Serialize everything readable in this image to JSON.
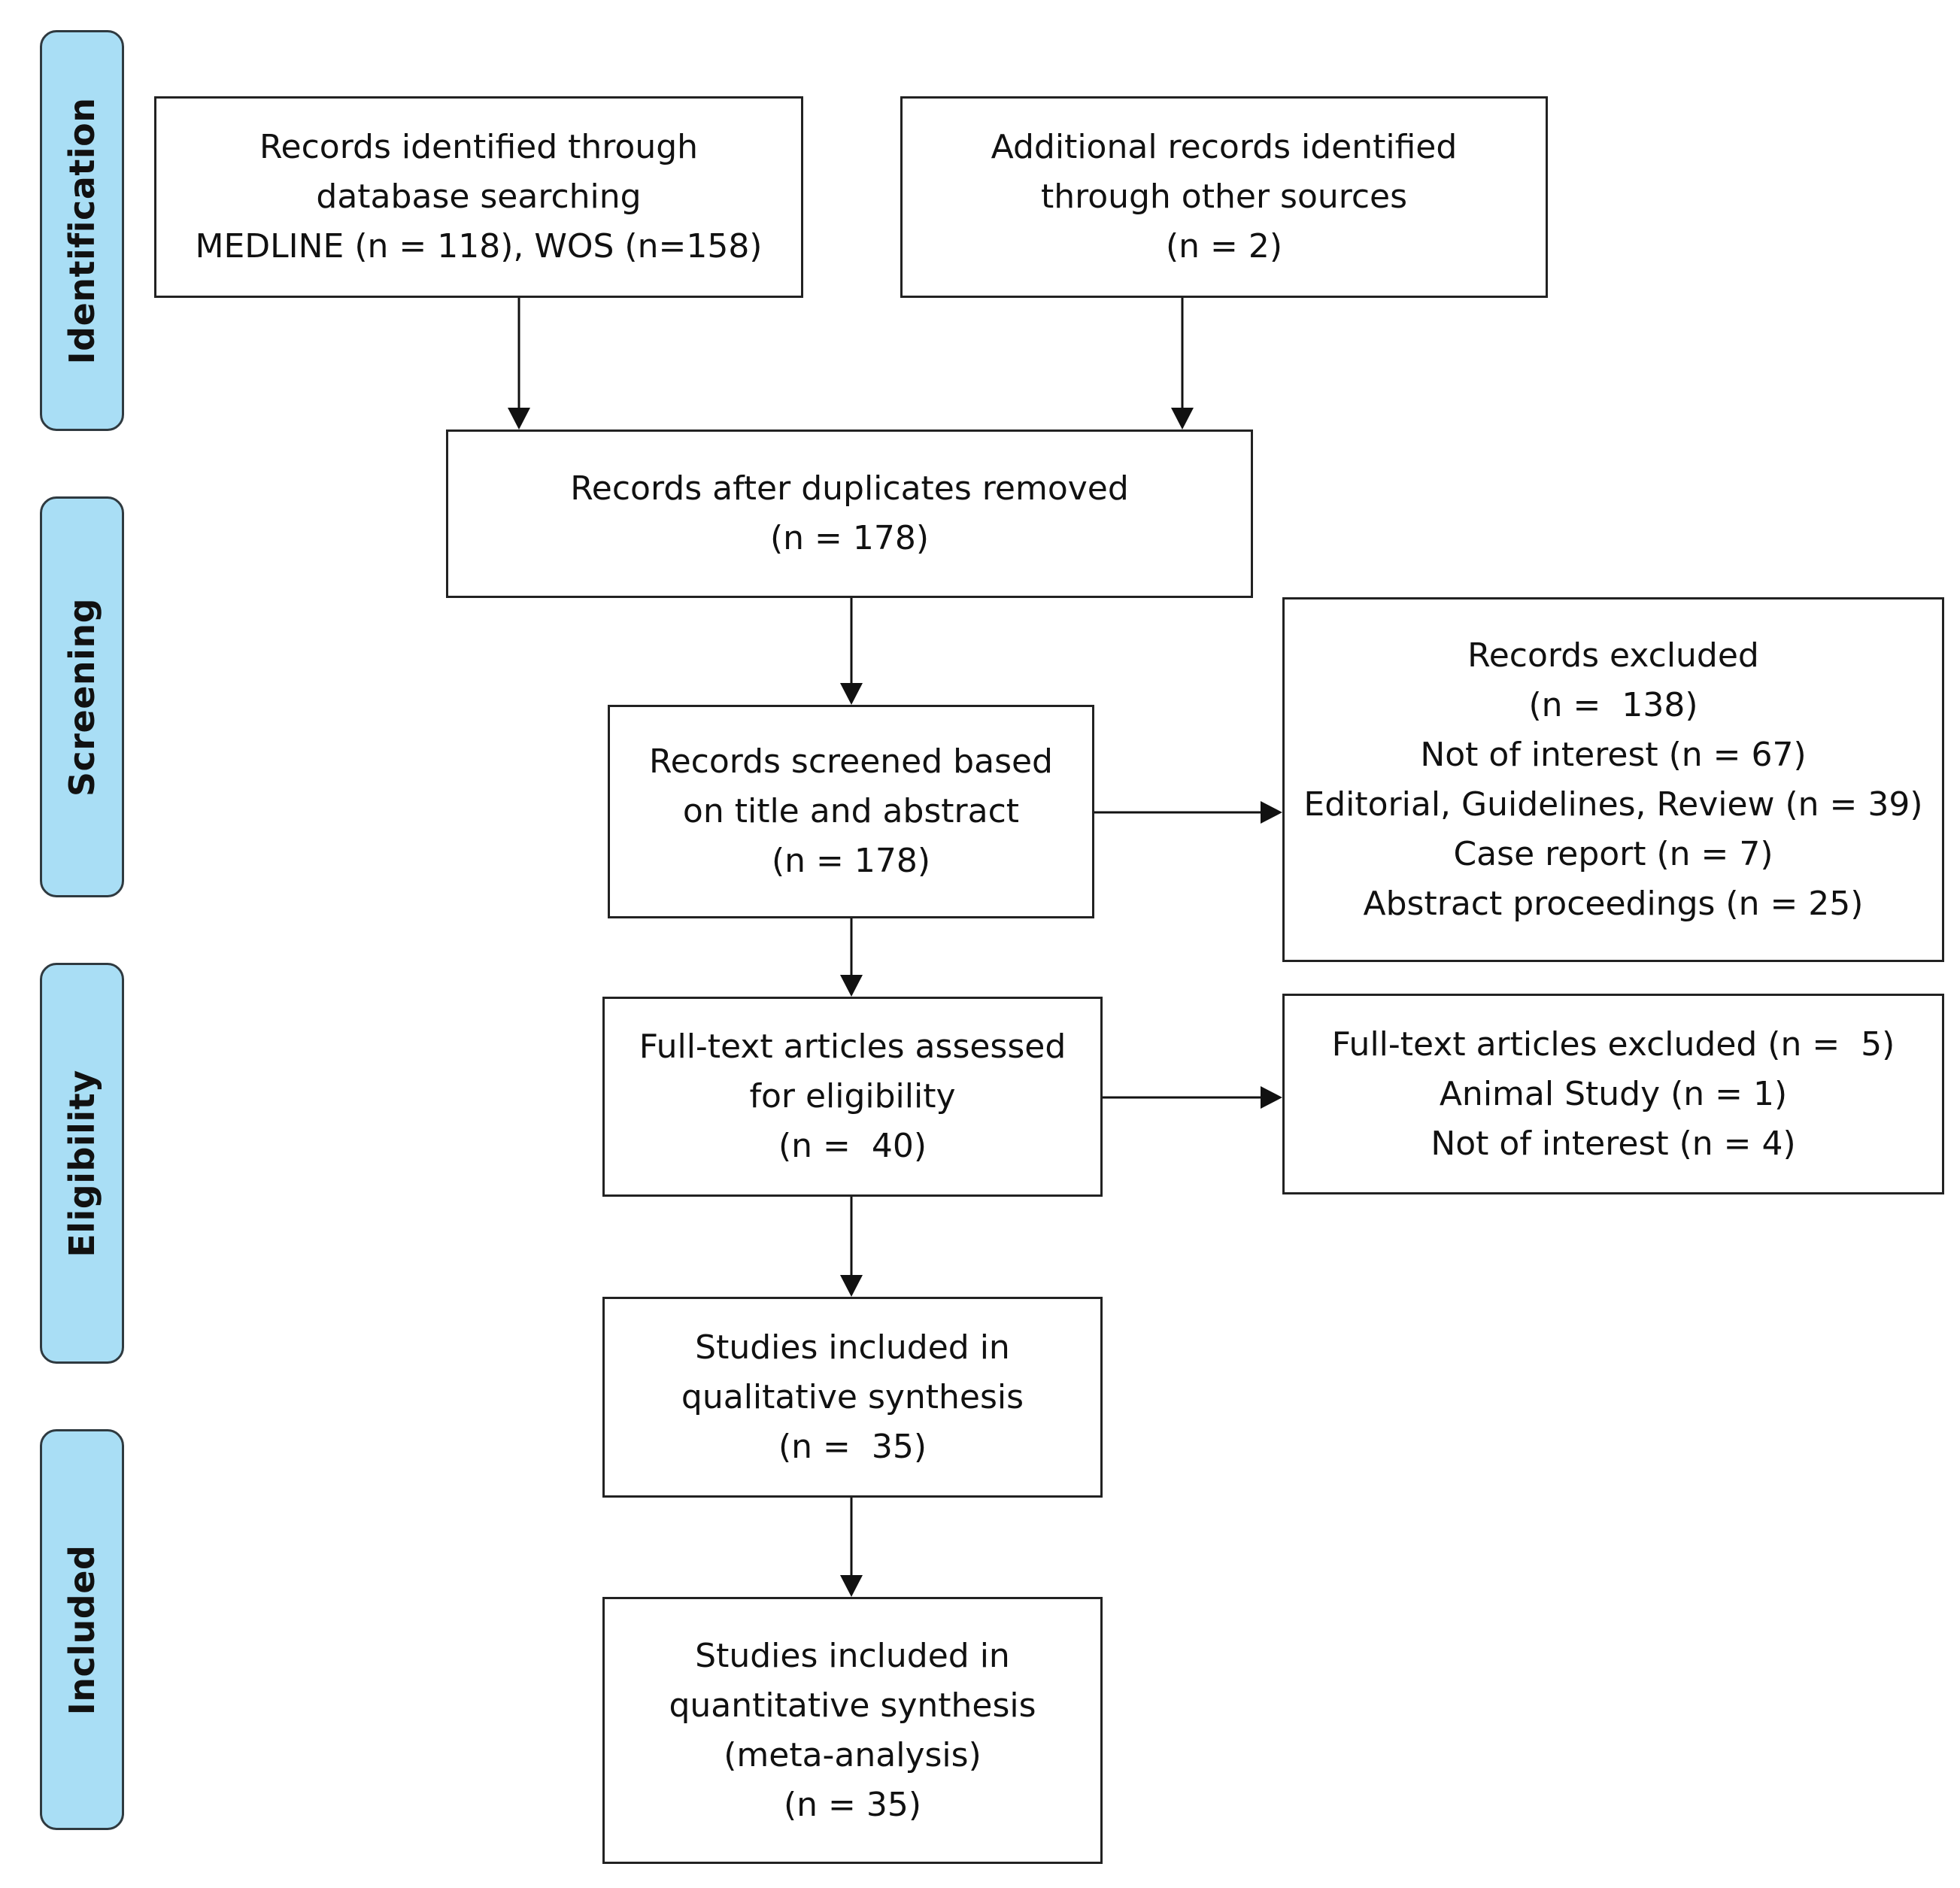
{
  "phases": {
    "identification": "Identification",
    "screening": "Screening",
    "eligibility": "Eligibility",
    "included": "Included"
  },
  "boxes": {
    "database_records": {
      "lines": [
        "Records identified through",
        "database searching",
        "MEDLINE (n = 118), WOS (n=158)"
      ]
    },
    "other_sources": {
      "lines": [
        "Additional records identified",
        "through other sources",
        "(n = 2)"
      ]
    },
    "after_duplicates": {
      "lines": [
        "Records after duplicates removed",
        "(n = 178)"
      ]
    },
    "screened": {
      "lines": [
        "Records screened based",
        "on title and abstract",
        "(n = 178)"
      ]
    },
    "excluded": {
      "lines": [
        "Records excluded",
        "(n =  138)",
        "Not of interest (n = 67)",
        "Editorial, Guidelines, Review (n = 39)",
        "Case report (n = 7)",
        "Abstract proceedings (n = 25)"
      ]
    },
    "full_text_assessed": {
      "lines": [
        "Full-text articles assessed",
        "for eligibility",
        "(n =  40)"
      ]
    },
    "full_text_excluded": {
      "lines": [
        "Full-text articles excluded (n =  5)",
        "Animal Study (n = 1)",
        "Not of interest (n = 4)"
      ]
    },
    "qualitative": {
      "lines": [
        "Studies included in",
        "qualitative synthesis",
        "(n =  35)"
      ]
    },
    "quantitative": {
      "lines": [
        "Studies included in",
        "quantitative synthesis",
        "(meta-analysis)",
        "(n = 35)"
      ]
    }
  },
  "colors": {
    "phase_fill": "#a9def5",
    "phase_border": "#2f3a40",
    "box_border": "#222222",
    "arrow": "#111111"
  }
}
